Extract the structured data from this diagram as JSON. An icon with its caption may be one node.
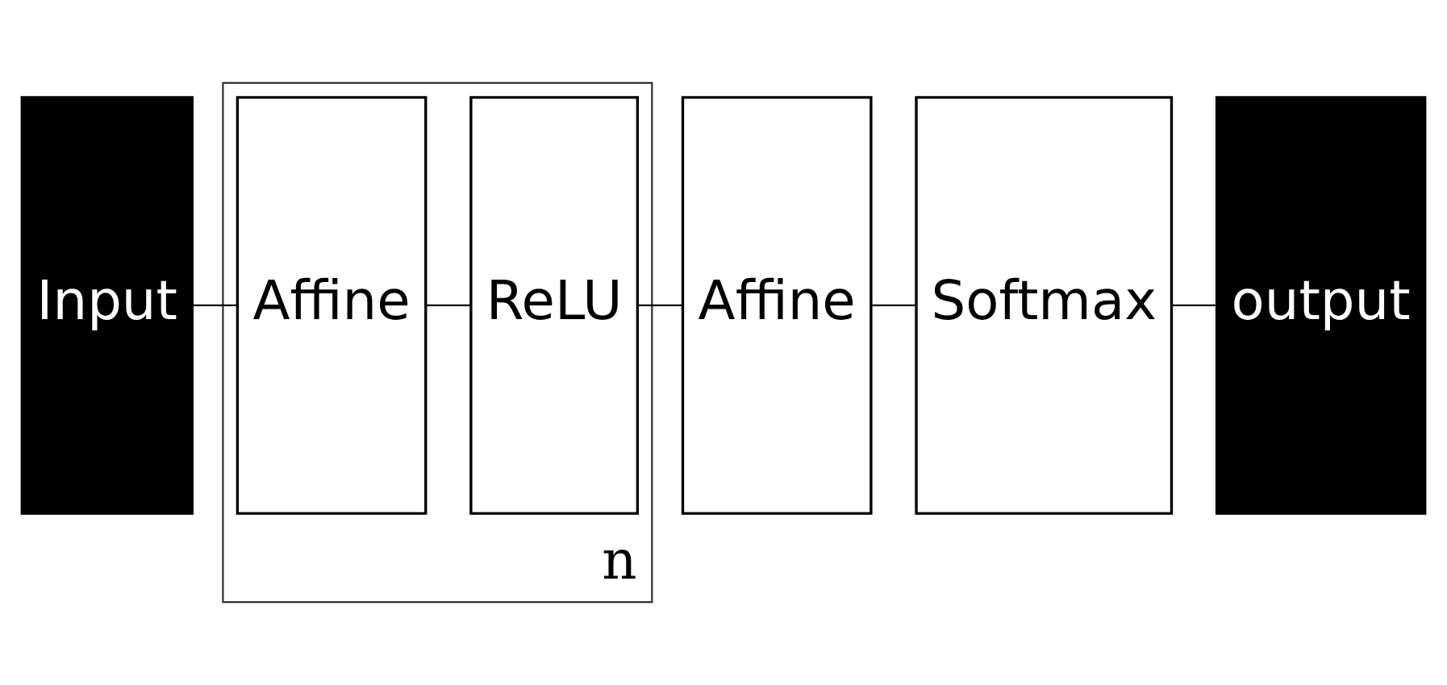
{
  "diagram": {
    "nodes": [
      {
        "text": [
          "Input"
        ]
      },
      {
        "text": [
          "n"
        ]
      },
      {
        "text": [
          "Affine"
        ],
        "in": 1
      },
      {
        "text": [
          "ReLU"
        ],
        "in": 1
      },
      {
        "text": [
          "Affine"
        ]
      },
      {
        "text": [
          "Softmax"
        ]
      },
      {
        "text": [
          "output"
        ]
      }
    ],
    "edges": [
      {
        "from": 0,
        "to": 2,
        "arrow": "none"
      },
      {
        "from": 2,
        "to": 3,
        "arrow": "none"
      },
      {
        "from": 3,
        "to": 4,
        "arrow": "none"
      },
      {
        "from": 4,
        "to": 5,
        "arrow": "none"
      },
      {
        "from": 5,
        "to": 6,
        "arrow": "none"
      }
    ]
  }
}
